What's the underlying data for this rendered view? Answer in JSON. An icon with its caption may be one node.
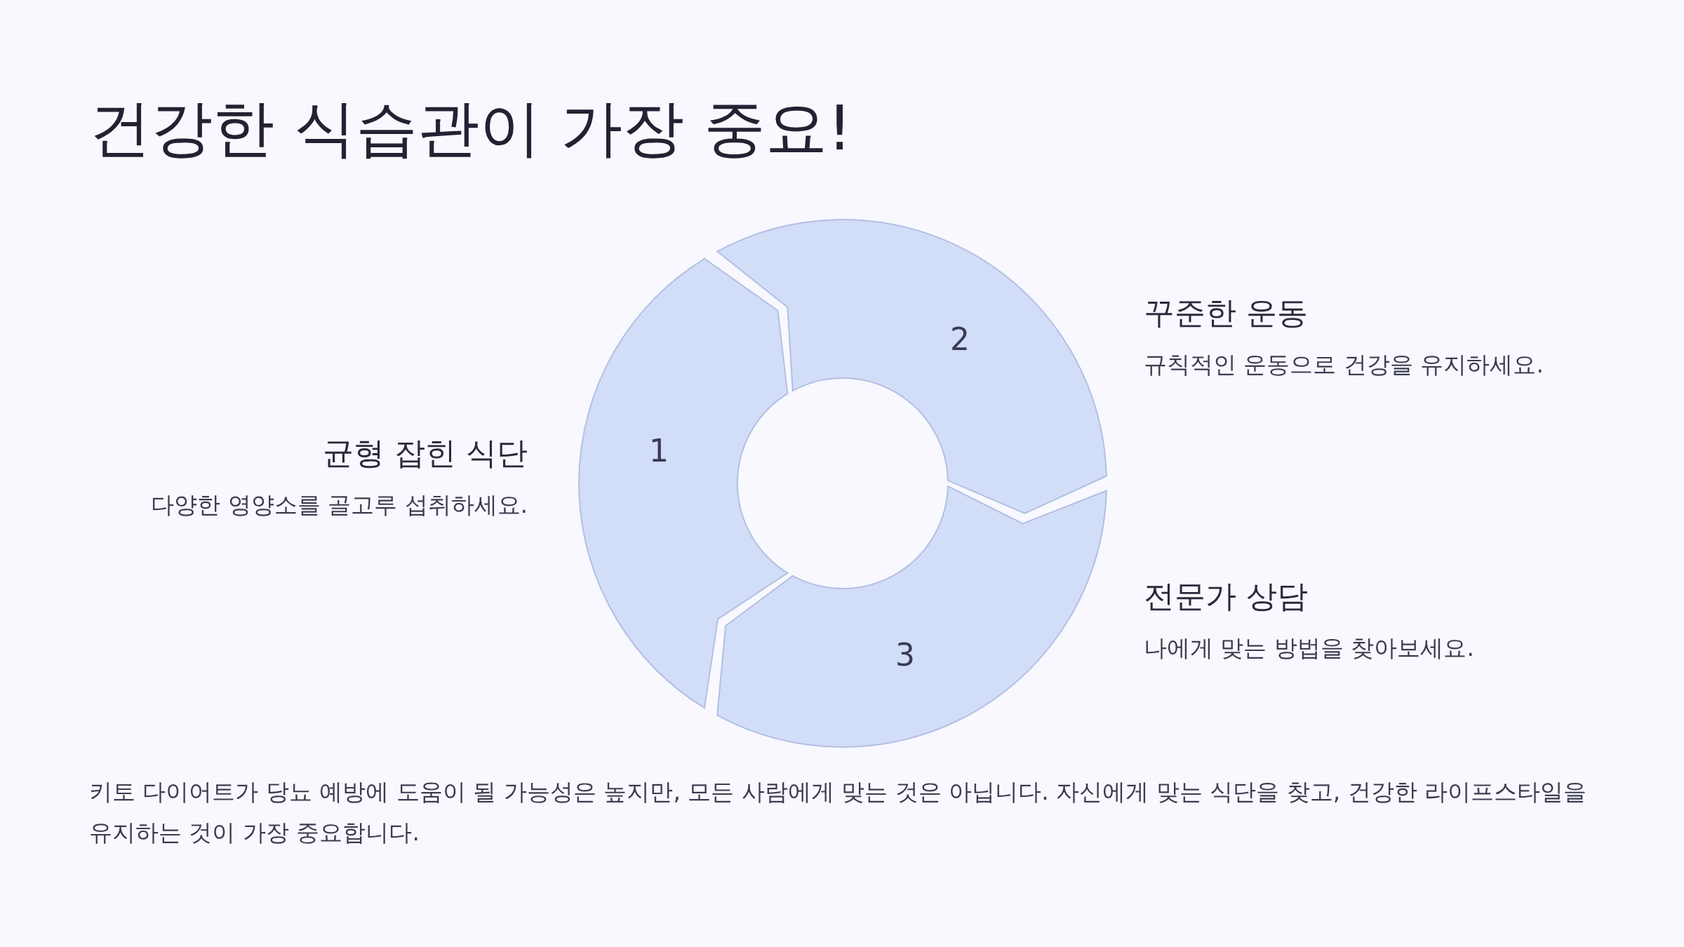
{
  "diagram": {
    "title": "건강한 식습관이 가장 중요!",
    "nodes": [
      {
        "text": [
          "1"
        ],
        "beside": [
          "균형 잡힌 식단",
          "다양한 영양소를 골고루 섭취하세요."
        ]
      },
      {
        "text": [
          "2"
        ],
        "beside": [
          "꾸준한 운동",
          "규칙적인 운동으로 건강을 유지하세요."
        ]
      },
      {
        "text": [
          "3"
        ],
        "beside": [
          "전문가 상담",
          "나에게 맞는 방법을 찾아보세요."
        ]
      }
    ],
    "caption": "키토 다이어트가 당뇨 예방에 도움이 될 가능성은 높지만, 모든 사람에게 맞는 것은 아닙니다. 자신에게 맞는 식단을 찾고, 건강한 라이프스타일을 유지하는 것이 가장 중요합니다."
  }
}
